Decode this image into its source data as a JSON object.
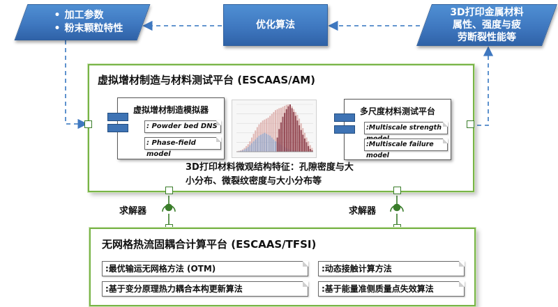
{
  "input_box": {
    "items": [
      "加工参数",
      "粉末颗粒特性"
    ]
  },
  "optimize_box": {
    "label": "优化算法"
  },
  "output_box": {
    "lines": [
      "3D打印金属材料",
      "属性、强度与疲",
      "劳断裂性能等"
    ]
  },
  "platform_am": {
    "title": "虚拟增材制造与材料测试平台 (ESCAAS/AM)",
    "simulator": {
      "title": "虚拟增材制造模拟器",
      "items": [
        ": Powder bed DNS",
        ": Phase-field model"
      ]
    },
    "tester": {
      "title": "多尺度材料测试平台",
      "items": [
        ":Multiscale strength model",
        ":Multiscale failure model"
      ]
    },
    "features_text": [
      "3D打印材料微观结构特征：孔隙密度与大",
      "小分布、微裂纹密度与大小分布等"
    ]
  },
  "solver_labels": [
    "求解器",
    "求解器"
  ],
  "platform_tfsi": {
    "title": "无网格热流固耦合计算平台 (ESCAAS/TFSI)",
    "methods": [
      ":最优输运无网格方法 (OTM)",
      ":动态接触计算方法",
      ":基于变分原理热力耦合本构更新算法",
      ":基于能量准侧质量点失效算法"
    ]
  },
  "histogram": {
    "series": [
      {
        "name": "",
        "color": "#d9a3a0",
        "values": [
          1,
          2,
          3,
          5,
          8,
          12,
          16,
          22,
          30,
          38,
          45,
          52,
          58,
          62,
          66,
          68,
          70,
          72,
          76,
          80,
          84,
          88,
          90,
          92,
          93,
          95,
          97,
          99,
          100,
          98,
          96,
          90,
          84,
          78,
          70,
          60,
          50,
          40,
          30,
          22,
          14,
          8
        ]
      },
      {
        "name": "",
        "color": "#8da5cc",
        "values": [
          0,
          1,
          2,
          3,
          5,
          7,
          10,
          14,
          18,
          22,
          26,
          30,
          34,
          36,
          38,
          40,
          38,
          36,
          34,
          30,
          26,
          22,
          20,
          18,
          15,
          12,
          10,
          8,
          6,
          5,
          4,
          3,
          2,
          2,
          1,
          1,
          0,
          0,
          0,
          0,
          0,
          0
        ]
      },
      {
        "name": "",
        "color": "#8b3a46",
        "values": [
          0,
          0,
          0,
          0,
          0,
          0,
          0,
          0,
          0,
          0,
          0,
          0,
          0,
          0,
          0,
          0,
          0,
          0,
          0,
          0,
          0,
          0,
          30,
          48,
          62,
          74,
          82,
          90,
          96,
          100,
          92,
          84,
          76,
          66,
          56,
          46,
          36,
          28,
          20,
          12,
          6,
          3
        ]
      }
    ]
  }
}
